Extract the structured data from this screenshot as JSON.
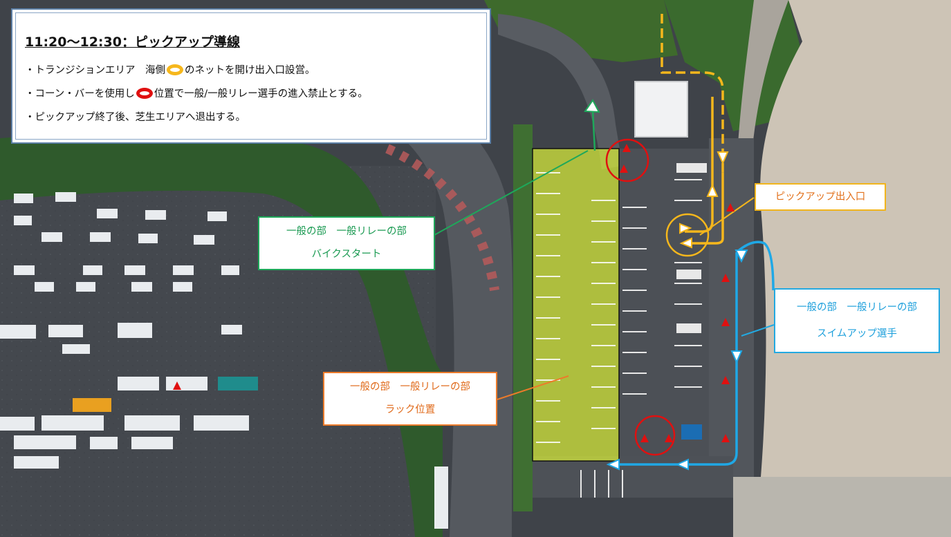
{
  "info": {
    "title": "11:20～12:30：ピックアップ導線",
    "line1_pre": "・トランジションエリア　海側",
    "line1_post": "のネットを開け出入口設営。",
    "line2_pre": "・コーン・バーを使用し",
    "line2_post": "位置で一般/一般リレー選手の進入禁止とする。",
    "line3": "・ピックアップ終了後、芝生エリアへ退出する。"
  },
  "callouts": {
    "bike_start": {
      "line1": "一般の部　一般リレーの部",
      "line2": "バイクスタート"
    },
    "rack": {
      "line1": "一般の部　一般リレーの部",
      "line2": "ラック位置"
    },
    "pickup_gate": {
      "label": "ピックアップ出入口"
    },
    "swim_up": {
      "line1": "一般の部　一般リレーの部",
      "line2": "スイムアップ選手"
    }
  },
  "colors": {
    "bike_route": "#1ea85a",
    "rack_area": "#d9ef3a",
    "pickup_route": "#f6b71c",
    "swim_route": "#1fa8e6",
    "cone": "#e01010"
  },
  "icons": [
    "cone-icon",
    "route-arrow-icon"
  ]
}
